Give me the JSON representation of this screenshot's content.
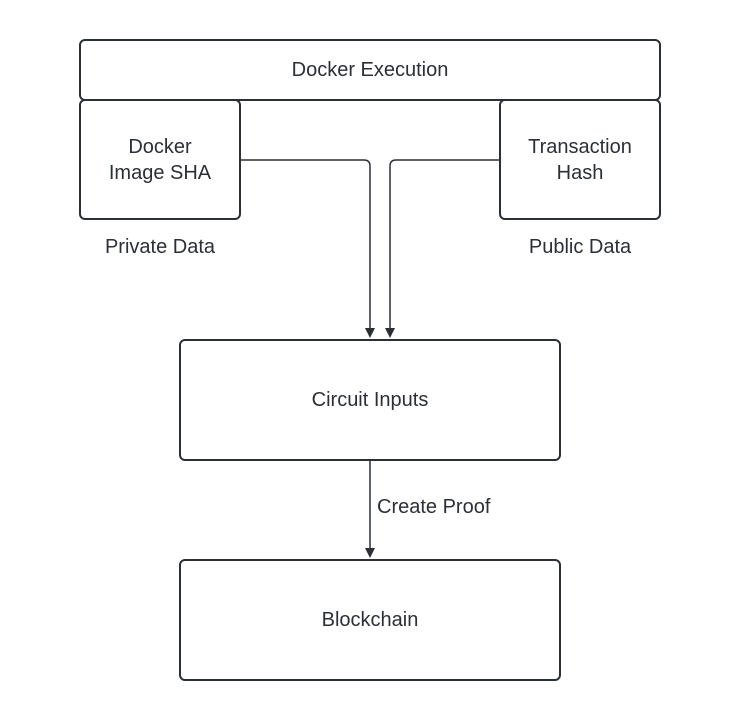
{
  "nodes": {
    "docker_execution": "Docker Execution",
    "docker_image_sha": "Docker\nImage SHA",
    "transaction_hash": "Transaction\nHash",
    "circuit_inputs": "Circuit Inputs",
    "blockchain": "Blockchain"
  },
  "labels": {
    "private_data": "Private Data",
    "public_data": "Public Data",
    "create_proof": "Create Proof"
  },
  "colors": {
    "stroke": "#2b2f36",
    "background": "#ffffff"
  }
}
